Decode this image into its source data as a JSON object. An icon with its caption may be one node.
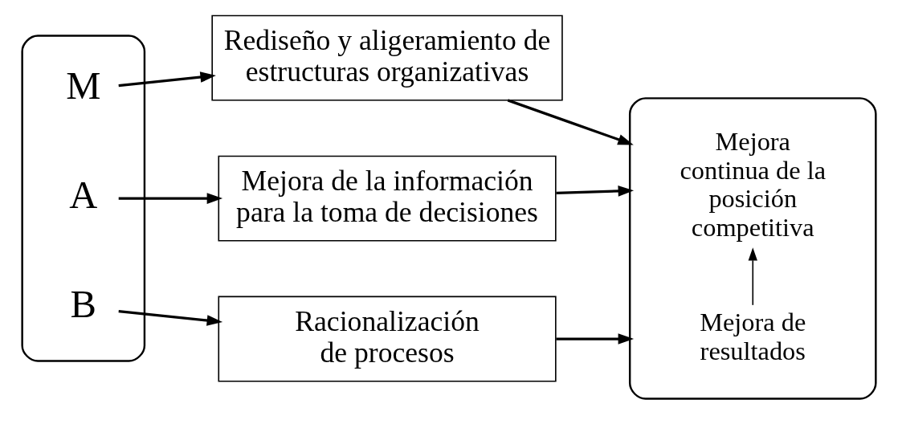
{
  "diagram": {
    "nodes": [
      {
        "text": [],
        "shape": "ellipse"
      },
      {
        "text": [
          "A"
        ],
        "in": 0
      },
      {
        "text": [
          "B"
        ],
        "in": 0
      },
      {
        "text": [
          "M"
        ],
        "in": 0
      },
      {
        "text": [
          "Mejora de la información para la toma de decisiones"
        ]
      },
      {
        "text": [
          "Racionalización de procesos"
        ]
      },
      {
        "text": [
          "Rediseño y aligeramiento de estructuras organizativas"
        ]
      },
      {
        "text": [],
        "shape": "ellipse"
      },
      {
        "text": [
          "Mejora de resultados"
        ],
        "in": 7
      },
      {
        "text": [
          "Mejora continua de la posición competitiva"
        ],
        "in": 7
      }
    ],
    "edges": [
      {
        "from": 1,
        "to": 4,
        "arrow": "to"
      },
      {
        "from": 2,
        "to": 5,
        "arrow": "to"
      },
      {
        "from": 3,
        "to": 6,
        "arrow": "to"
      },
      {
        "from": 4,
        "to": 7,
        "arrow": "to"
      },
      {
        "from": 5,
        "to": 7,
        "arrow": "to"
      },
      {
        "from": 6,
        "to": 7,
        "arrow": "to"
      },
      {
        "from": 8,
        "to": 9,
        "arrow": "to"
      }
    ]
  }
}
